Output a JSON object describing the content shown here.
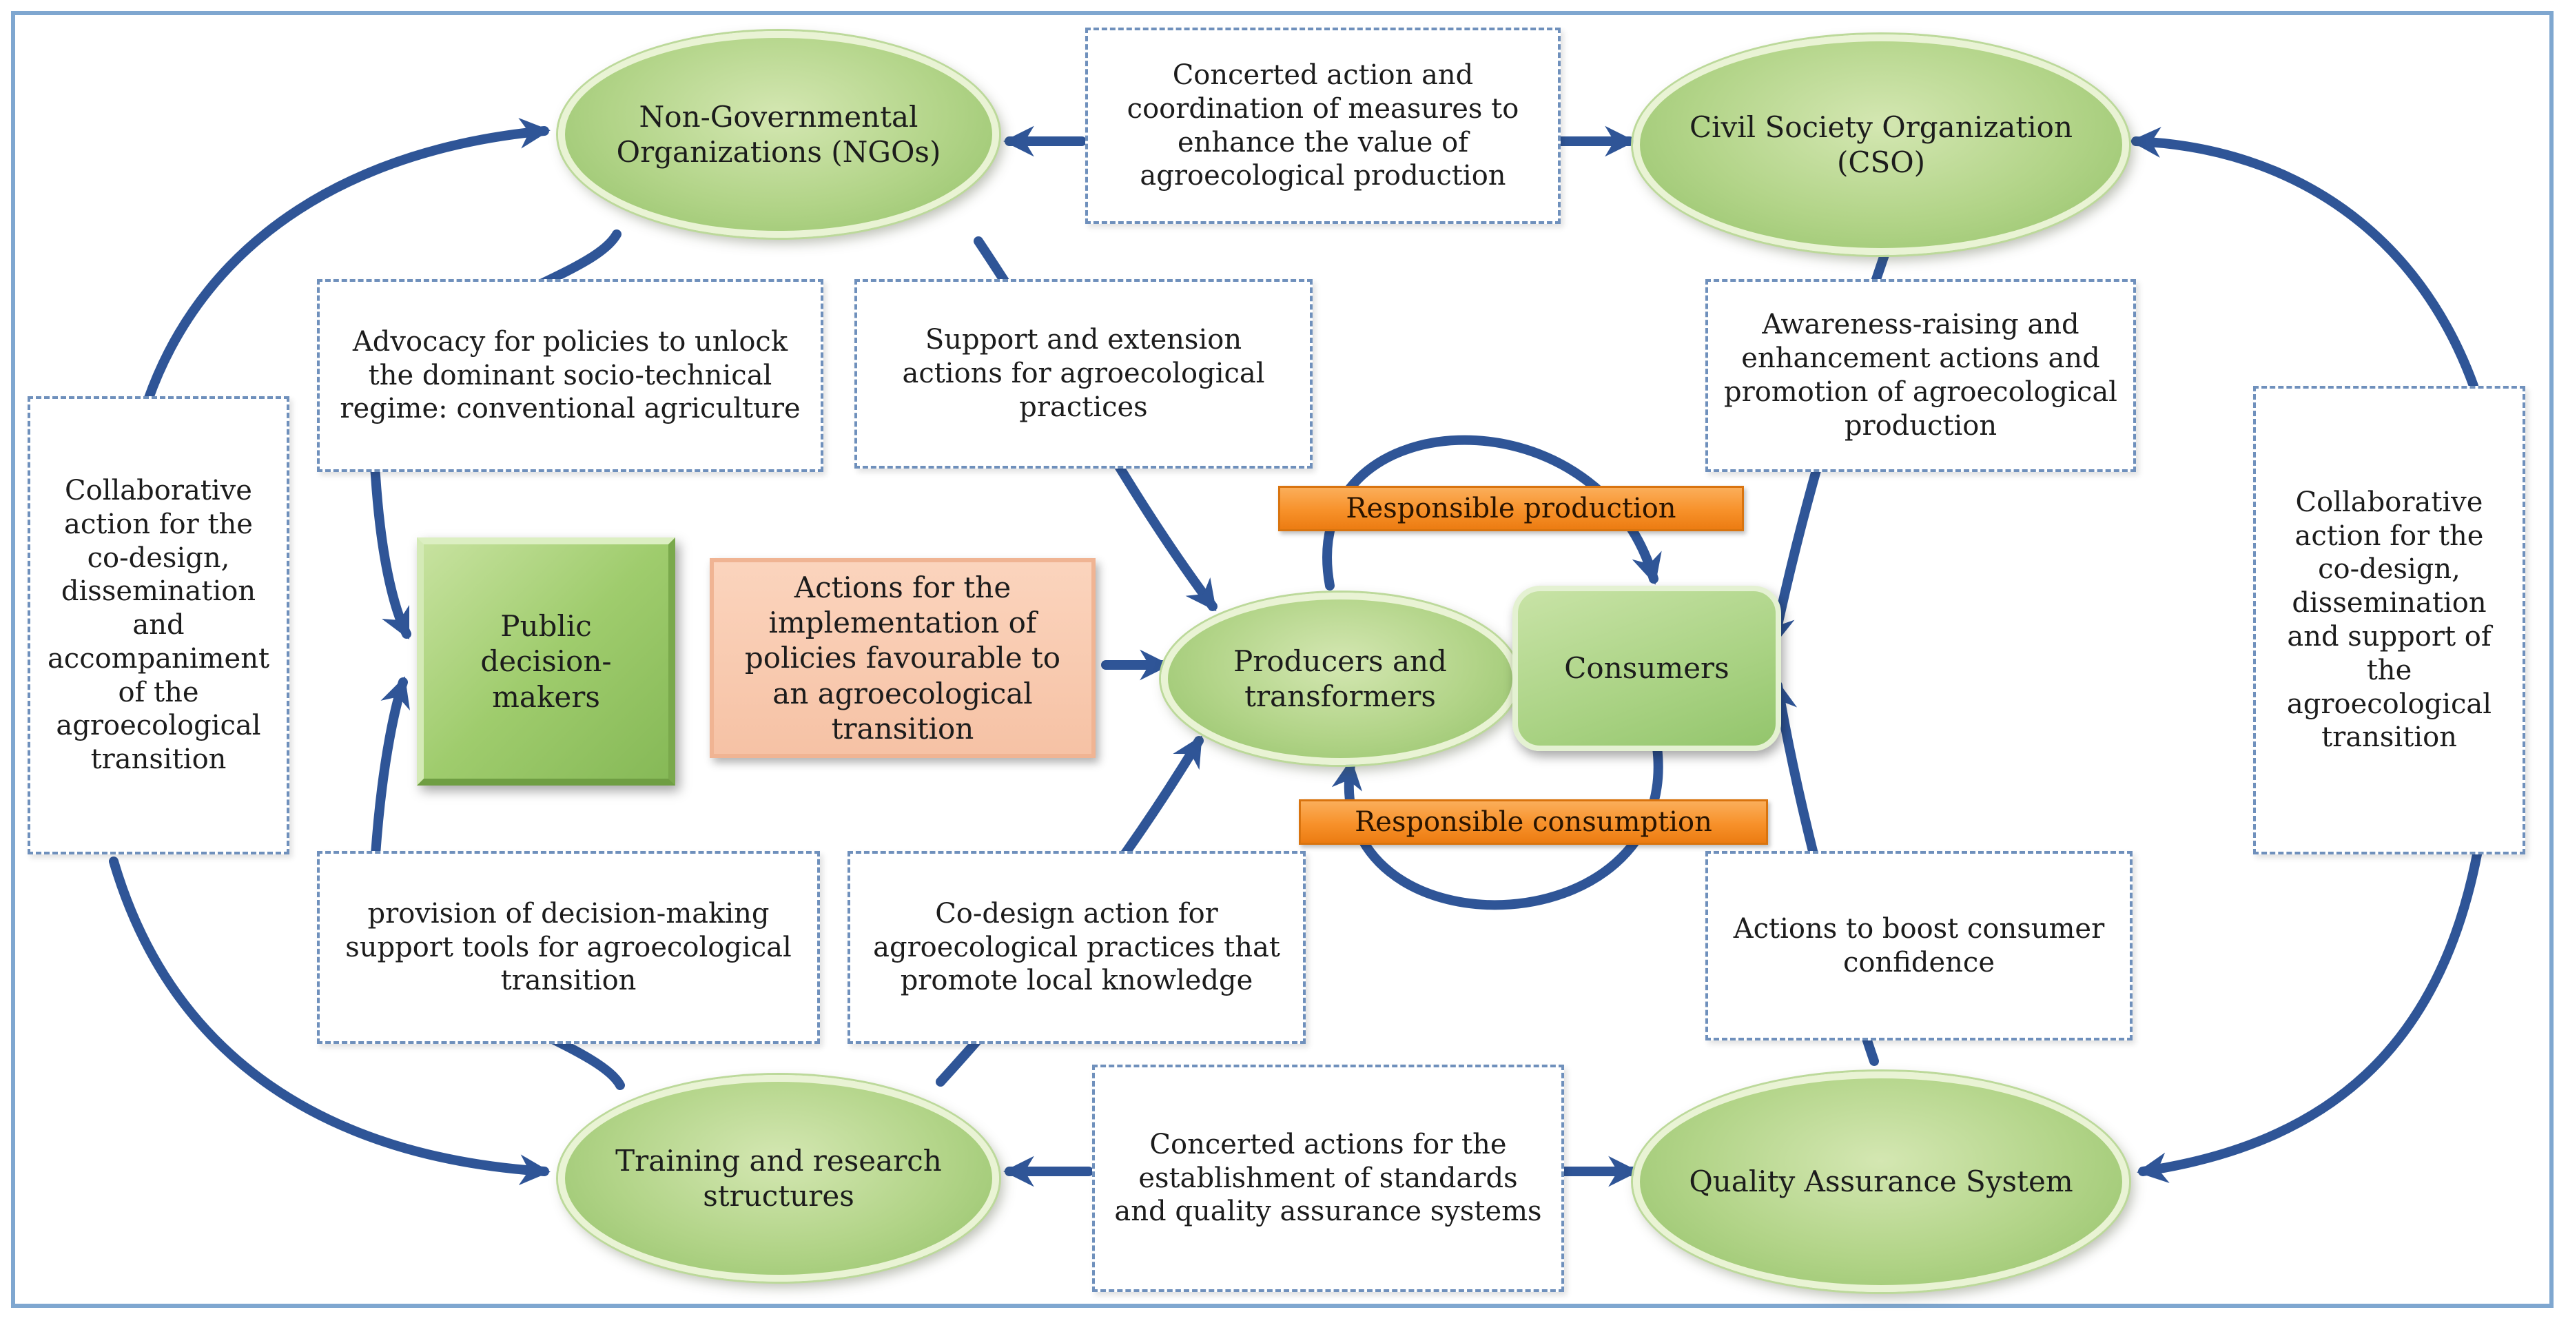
{
  "nodes": {
    "ngo": "Non-Governmental Organizations (NGOs)",
    "cso": "Civil Society Organization (CSO)",
    "training": "Training and research structures",
    "quality": "Quality Assurance System",
    "public": "Public decision-makers",
    "producers": "Producers and transformers",
    "consumers": "Consumers"
  },
  "boxes": {
    "top_concerted": "Concerted action and coordination of measures to enhance the value of agroecological production",
    "bottom_concerted": "Concerted actions for the establishment of standards and quality assurance systems",
    "advocacy": "Advocacy for policies to unlock the dominant socio-technical regime: conventional agriculture",
    "support": "Support and extension actions for agroecological practices",
    "awareness": "Awareness-raising and enhancement actions and promotion of agroecological production",
    "left_collab": "Collaborative action for the co-design, dissemination and accompaniment of the agroecological transition",
    "right_collab": "Collaborative action for the co-design, dissemination and support of the agroecological transition",
    "implementation": "Actions for the implementation of policies favourable to an agroecological transition",
    "tools": "provision of decision-making support tools for agroecological transition",
    "codesign": "Co-design action for agroecological practices that promote local knowledge",
    "confidence": "Actions to boost consumer confidence"
  },
  "banners": {
    "production": "Responsible production",
    "consumption": "Responsible consumption"
  },
  "colors": {
    "arrow": "#2f5597",
    "node_green": "#a7cf7b",
    "box_border": "#6f90bc",
    "peach": "#f8c9ae",
    "banner_orange": "#f7912a"
  }
}
